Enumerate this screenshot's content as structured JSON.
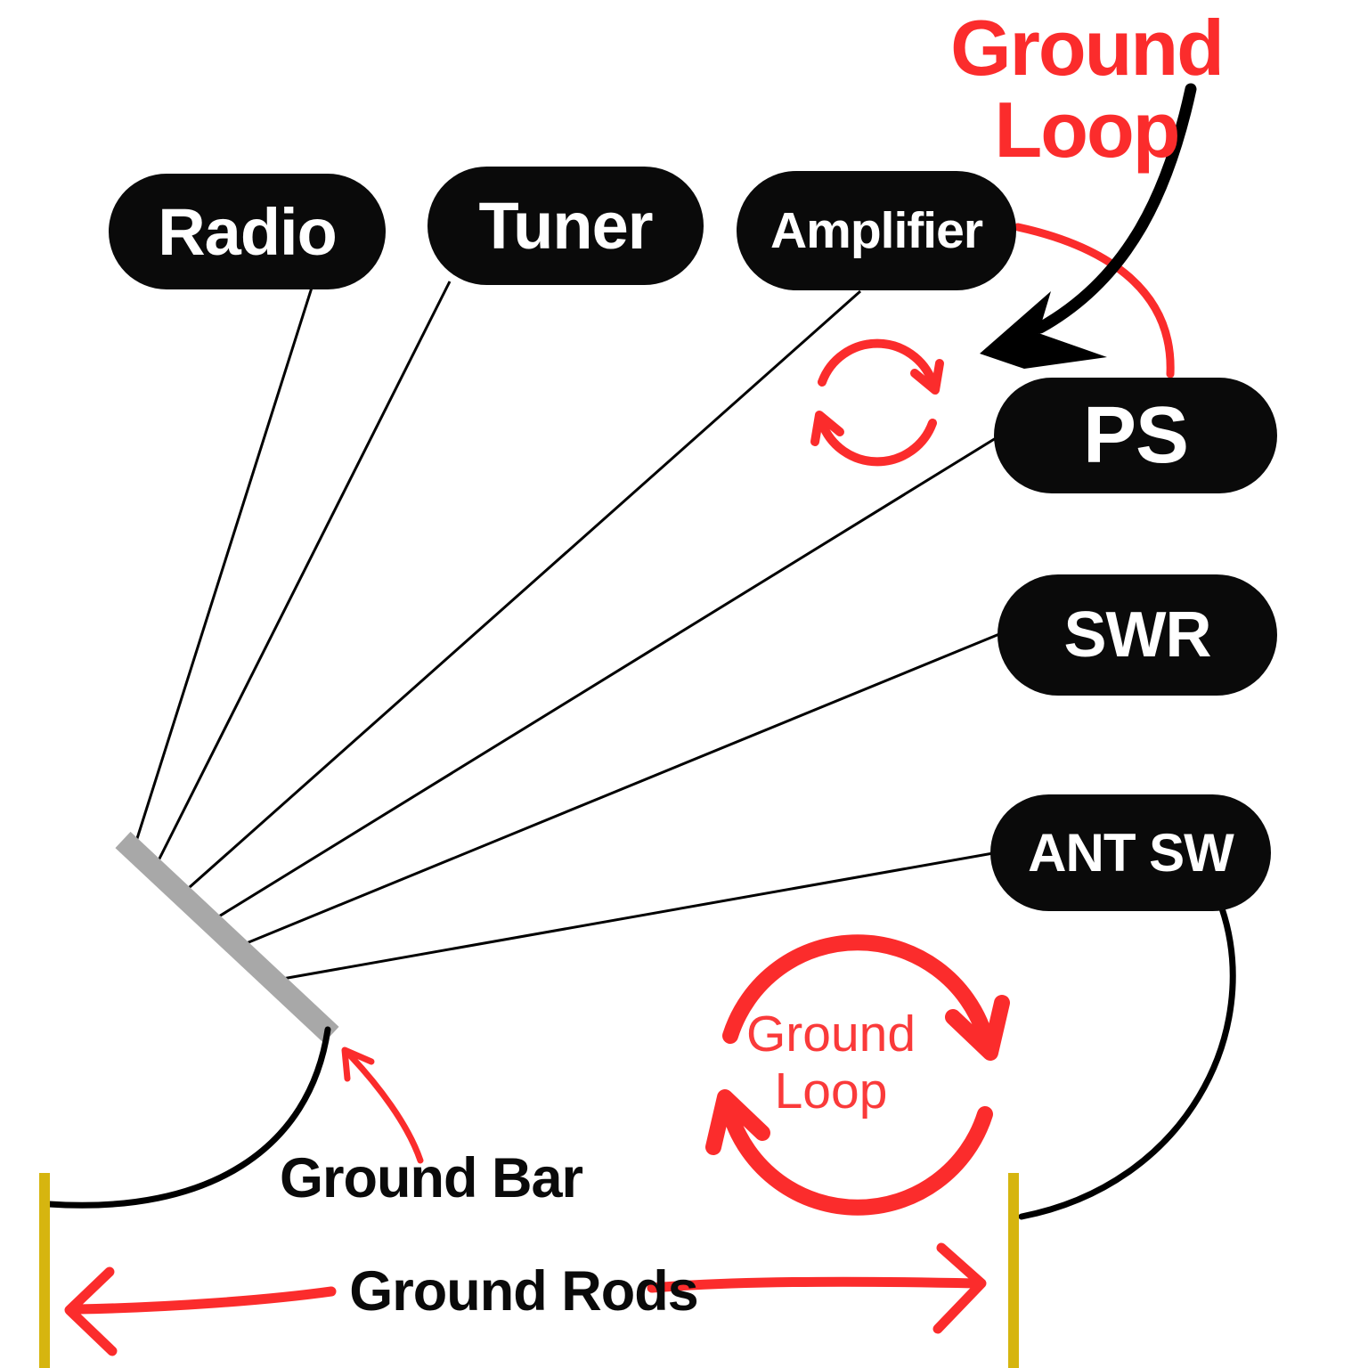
{
  "diagram": {
    "title": "Ground Loop",
    "devices": [
      {
        "id": "radio",
        "label": "Radio"
      },
      {
        "id": "tuner",
        "label": "Tuner"
      },
      {
        "id": "amplifier",
        "label": "Amplifier"
      },
      {
        "id": "ps",
        "label": "PS"
      },
      {
        "id": "swr",
        "label": "SWR"
      },
      {
        "id": "ant-sw",
        "label": "ANT SW"
      }
    ],
    "annotations": {
      "ground_bar_label": "Ground Bar",
      "ground_rods_label": "Ground Rods",
      "loop_caption_line1": "Ground",
      "loop_caption_line2": "Loop"
    },
    "icons": [
      "ground-loop-cycle-icon-small",
      "ground-loop-cycle-icon-large",
      "ground-loop-pointer-arrow",
      "ground-bar-pointer-arrow",
      "ground-rods-arrow-left",
      "ground-rods-arrow-right"
    ],
    "colors": {
      "accent_red": "#fb2c2c",
      "loop_text_red": "#fa3a3a",
      "device_black": "#0a0a0a",
      "ground_rod_yellow": "#d6b50f",
      "ground_bar_gray": "#a8a8a8",
      "background": "#ffffff"
    }
  }
}
